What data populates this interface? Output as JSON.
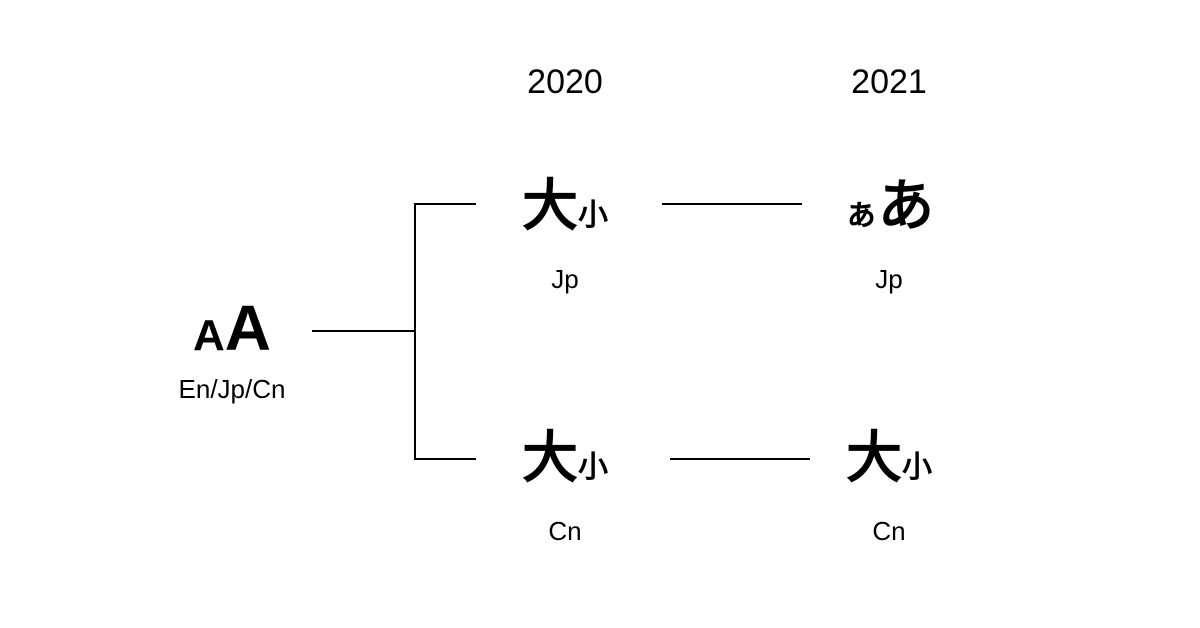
{
  "years": [
    "2020",
    "2021"
  ],
  "source": {
    "glyph_small": "A",
    "glyph_big": "A",
    "label": "En/Jp/Cn"
  },
  "nodes": {
    "jp_2020": {
      "glyph_big": "大",
      "glyph_small": "小",
      "label": "Jp"
    },
    "cn_2020": {
      "glyph_big": "大",
      "glyph_small": "小",
      "label": "Cn"
    },
    "jp_2021": {
      "glyph_small": "ぁ",
      "glyph_big": "あ",
      "label": "Jp"
    },
    "cn_2021": {
      "glyph_big": "大",
      "glyph_small": "小",
      "label": "Cn"
    }
  },
  "colors": {
    "ink": "#000000",
    "background": "#ffffff"
  }
}
